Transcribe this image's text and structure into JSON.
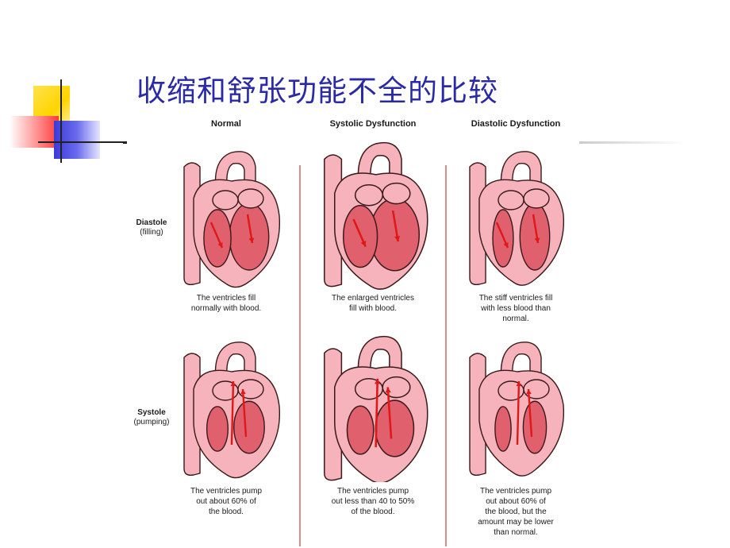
{
  "title": "收缩和舒张功能不全的比较",
  "columns": [
    "Normal",
    "Systolic Dysfunction",
    "Diastolic Dysfunction"
  ],
  "rows": [
    {
      "label": "Diastole",
      "sub": "(filling)"
    },
    {
      "label": "Systole",
      "sub": "(pumping)"
    }
  ],
  "captions": {
    "diastole": [
      "The ventricles fill\nnormally with blood.",
      "The enlarged ventricles\nfill with blood.",
      "The stiff ventricles fill\nwith less blood than\nnormal."
    ],
    "systole": [
      "The ventricles pump\nout about 60% of\nthe blood.",
      "The ventricles pump\nout less than 40 to 50%\nof the blood.",
      "The ventricles pump\nout about 60% of\nthe blood, but the\namount may be lower\nthan normal."
    ]
  },
  "colors": {
    "title": "#2a2aa6",
    "heart_light": "#f6b3bb",
    "heart_dark": "#e0606e",
    "outline": "#3a1a1a",
    "arrow": "#e01818"
  }
}
